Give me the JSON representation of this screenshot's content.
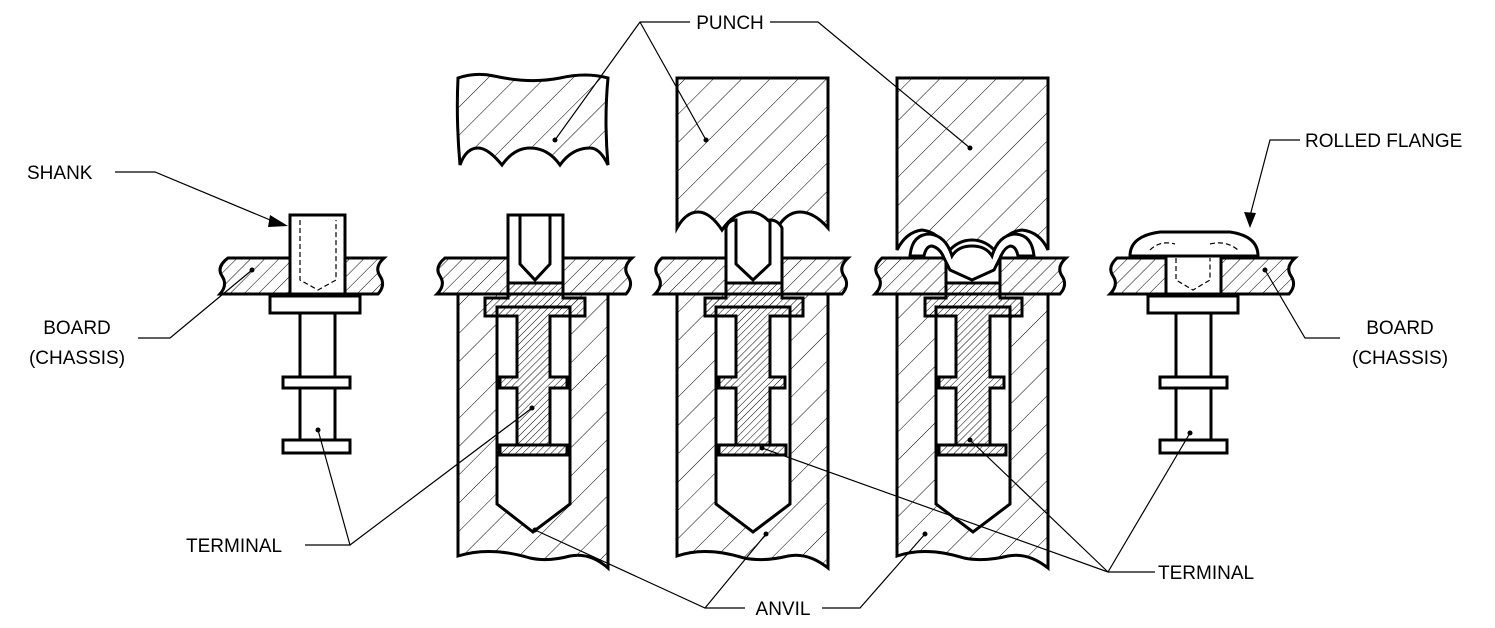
{
  "labels": {
    "punch": "PUNCH",
    "rolled_flange": "ROLLED FLANGE",
    "shank": "SHANK",
    "board_left_line1": "BOARD",
    "board_left_line2": "(CHASSIS)",
    "board_right_line1": "BOARD",
    "board_right_line2": "(CHASSIS)",
    "terminal_left": "TERMINAL",
    "terminal_right": "TERMINAL",
    "anvil": "ANVIL"
  }
}
